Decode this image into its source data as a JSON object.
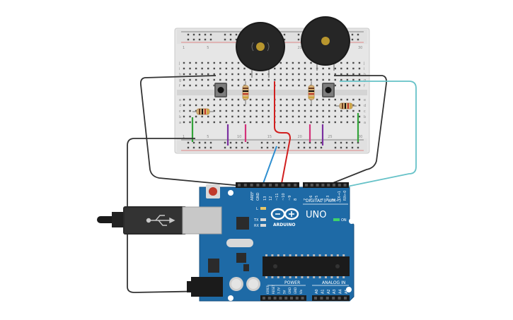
{
  "board": {
    "name": "UNO",
    "brand": "ARDUINO",
    "digital_label": "DIGITAL (PWM~)",
    "analog_label": "ANALOG IN",
    "power_label": "POWER",
    "on_label": "ON",
    "l_label": "L",
    "tx_label": "TX",
    "rx_label": "RX",
    "aref_label": "AREF",
    "gnd_label": "GND",
    "digital_pins": [
      "13",
      "12",
      "~11",
      "~10",
      "~9",
      "8",
      "7",
      "~6",
      "~5",
      "4",
      "~3",
      "2",
      "TX→1",
      "RX←0"
    ],
    "power_pins": [
      "IOREF",
      "RESET",
      "3.3V",
      "5V",
      "GND",
      "GND",
      "Vin"
    ],
    "analog_pins": [
      "A0",
      "A1",
      "A2",
      "A3",
      "A4",
      "A5"
    ]
  },
  "breadboard": {
    "column_numbers": [
      "1",
      "5",
      "10",
      "15",
      "20",
      "25",
      "30"
    ],
    "row_letters_top": [
      "j",
      "i",
      "h",
      "g",
      "f"
    ],
    "row_letters_bottom": [
      "e",
      "d",
      "c",
      "b",
      "a"
    ]
  },
  "colors": {
    "board_blue": "#1e6aa6",
    "breadboard": "#e6e6e6",
    "wire_black": "#333333",
    "wire_red": "#d11f1f",
    "wire_blue": "#2f8fd0",
    "wire_cyan": "#66c2c8",
    "wire_green": "#33a33a",
    "wire_purple": "#7b2fa0",
    "wire_magenta": "#d4327a"
  }
}
